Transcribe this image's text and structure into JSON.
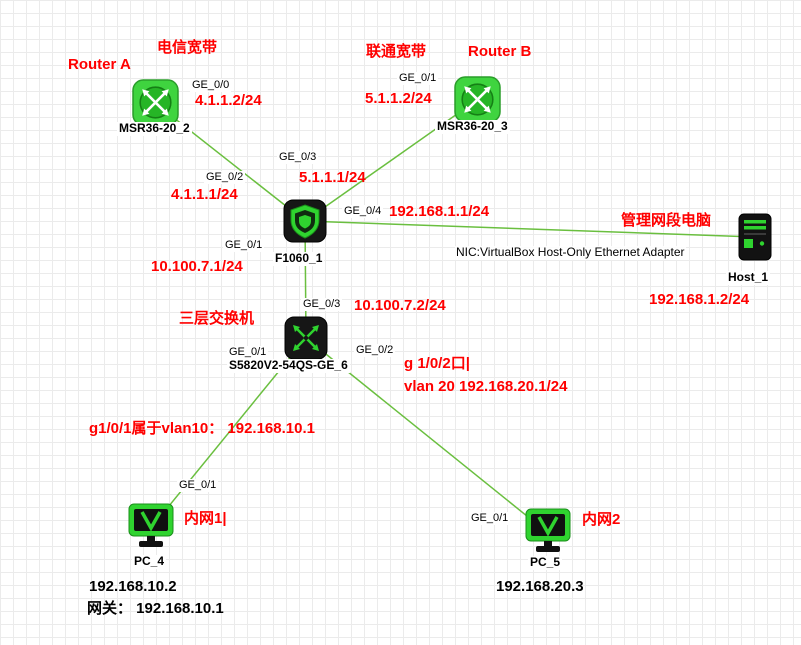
{
  "colors": {
    "link_green": "#6abf3f",
    "device_green": "#2fd32f",
    "annotation_red": "#ff0000"
  },
  "topology": {
    "router_a": {
      "label": "Router A",
      "zone": "电信宽带",
      "name": "MSR36-20_2",
      "if_wan": "GE_0/0",
      "ip_wan": "4.1.1.2/24"
    },
    "router_b": {
      "label": "Router B",
      "zone": "联通宽带",
      "name": "MSR36-20_3",
      "if_wan": "GE_0/1",
      "ip_wan": "5.1.1.2/24"
    },
    "firewall": {
      "name": "F1060_1",
      "if_to_a": "GE_0/2",
      "ip_to_a": "4.1.1.1/24",
      "if_to_b": "GE_0/3",
      "ip_to_b": "5.1.1.1/24",
      "if_to_host": "GE_0/4",
      "ip_to_host": "192.168.1.1/24",
      "if_to_switch": "GE_0/1",
      "ip_to_switch": "10.100.7.1/24"
    },
    "host": {
      "zone": "管理网段电脑",
      "nic": "NIC:VirtualBox Host-Only Ethernet Adapter",
      "name": "Host_1",
      "ip": "192.168.1.2/24"
    },
    "switch": {
      "zone": "三层交换机",
      "name": "S5820V2-54QS-GE_6",
      "if_up": "GE_0/3",
      "ip_up": "10.100.7.2/24",
      "if_pc4": "GE_0/1",
      "if_pc5": "GE_0/2",
      "note_g102": "g 1/0/2口|",
      "note_vlan20": "vlan 20 192.168.20.1/24",
      "note_vlan10": "g1/0/1属于vlan10： 192.168.10.1"
    },
    "pc4": {
      "iface": "GE_0/1",
      "zone": "内网1|",
      "name": "PC_4",
      "ip": "192.168.10.2",
      "gateway": "网关： 192.168.10.1"
    },
    "pc5": {
      "iface": "GE_0/1",
      "zone": "内网2",
      "name": "PC_5",
      "ip": "192.168.20.3"
    }
  }
}
